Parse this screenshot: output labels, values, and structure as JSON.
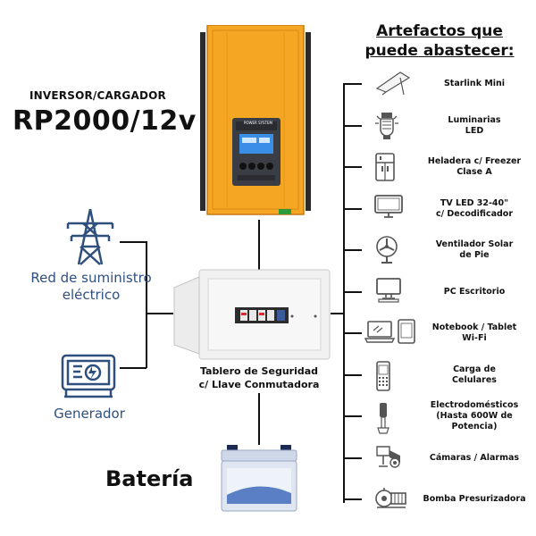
{
  "inverter": {
    "title": "INVERSOR/CARGADOR",
    "model": "RP2000/12v",
    "brand_text": "POWER SYSTEM"
  },
  "grid": {
    "label_line1": "Red de suministro",
    "label_line2": "eléctrico",
    "icon": "transmission-tower-icon"
  },
  "generator": {
    "label": "Generador",
    "icon": "generator-icon"
  },
  "panel": {
    "label_line1": "Tablero de Seguridad",
    "label_line2": "c/ Llave Conmutadora"
  },
  "battery": {
    "label": "Batería"
  },
  "appliances": {
    "heading_line1": "Artefactos que",
    "heading_line2": "puede abastecer:",
    "items": [
      {
        "label_line1": "Starlink Mini",
        "label_line2": "",
        "icon": "satellite-dish-icon"
      },
      {
        "label_line1": "Luminarias",
        "label_line2": "LED",
        "icon": "led-bulb-icon"
      },
      {
        "label_line1": "Heladera c/ Freezer",
        "label_line2": "Clase A",
        "icon": "fridge-icon"
      },
      {
        "label_line1": "TV LED 32-40\"",
        "label_line2": "c/ Decodificador",
        "icon": "tv-icon"
      },
      {
        "label_line1": "Ventilador Solar",
        "label_line2": "de Pie",
        "icon": "fan-icon"
      },
      {
        "label_line1": "PC Escritorio",
        "label_line2": "",
        "icon": "desktop-pc-icon"
      },
      {
        "label_line1": "Notebook / Tablet",
        "label_line2": "Wi-Fi",
        "icon": "laptop-tablet-icon"
      },
      {
        "label_line1": "Carga de",
        "label_line2": "Celulares",
        "icon": "phone-icon"
      },
      {
        "label_line1": "Electrodomésticos",
        "label_line2": "(Hasta 600W de",
        "label_line3": "Potencia)",
        "icon": "blender-icon"
      },
      {
        "label_line1": "Cámaras / Alarmas",
        "label_line2": "",
        "icon": "camera-icon"
      },
      {
        "label_line1": "Bomba Presurizadora",
        "label_line2": "",
        "icon": "pump-icon"
      }
    ]
  },
  "colors": {
    "inverter_orange": "#f5a623",
    "grid_blue": "#2f4f7d",
    "line": "#111111"
  }
}
